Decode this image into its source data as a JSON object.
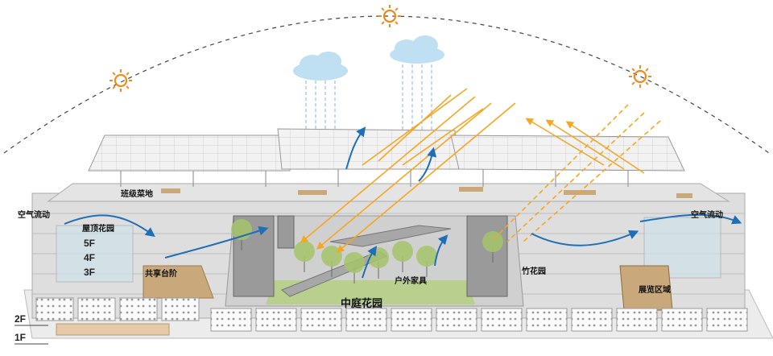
{
  "labels": {
    "air_flow_left": "空气流动",
    "air_flow_right": "空气流动",
    "roof_garden": "屋顶花园",
    "class_farm": "班级菜地",
    "shared_steps": "共享台阶",
    "outdoor_furniture": "户外家具",
    "central_garden": "中庭花园",
    "bamboo_garden": "竹花园",
    "exhibition_area": "展览区域"
  },
  "floors": [
    "5F",
    "4F",
    "3F",
    "2F",
    "1F"
  ],
  "colors": {
    "sun": "#f08a1c",
    "sun_ray": "#f5a623",
    "air_arrow": "#1f6fb8",
    "cloud": "#bfe0f2",
    "rain": "#7fb7d9",
    "building": "#d9d9d9",
    "structure": "#9a9a9a",
    "tree": "#a6c46a",
    "deck": "#c9a97c",
    "dashed_arc": "#444444"
  }
}
